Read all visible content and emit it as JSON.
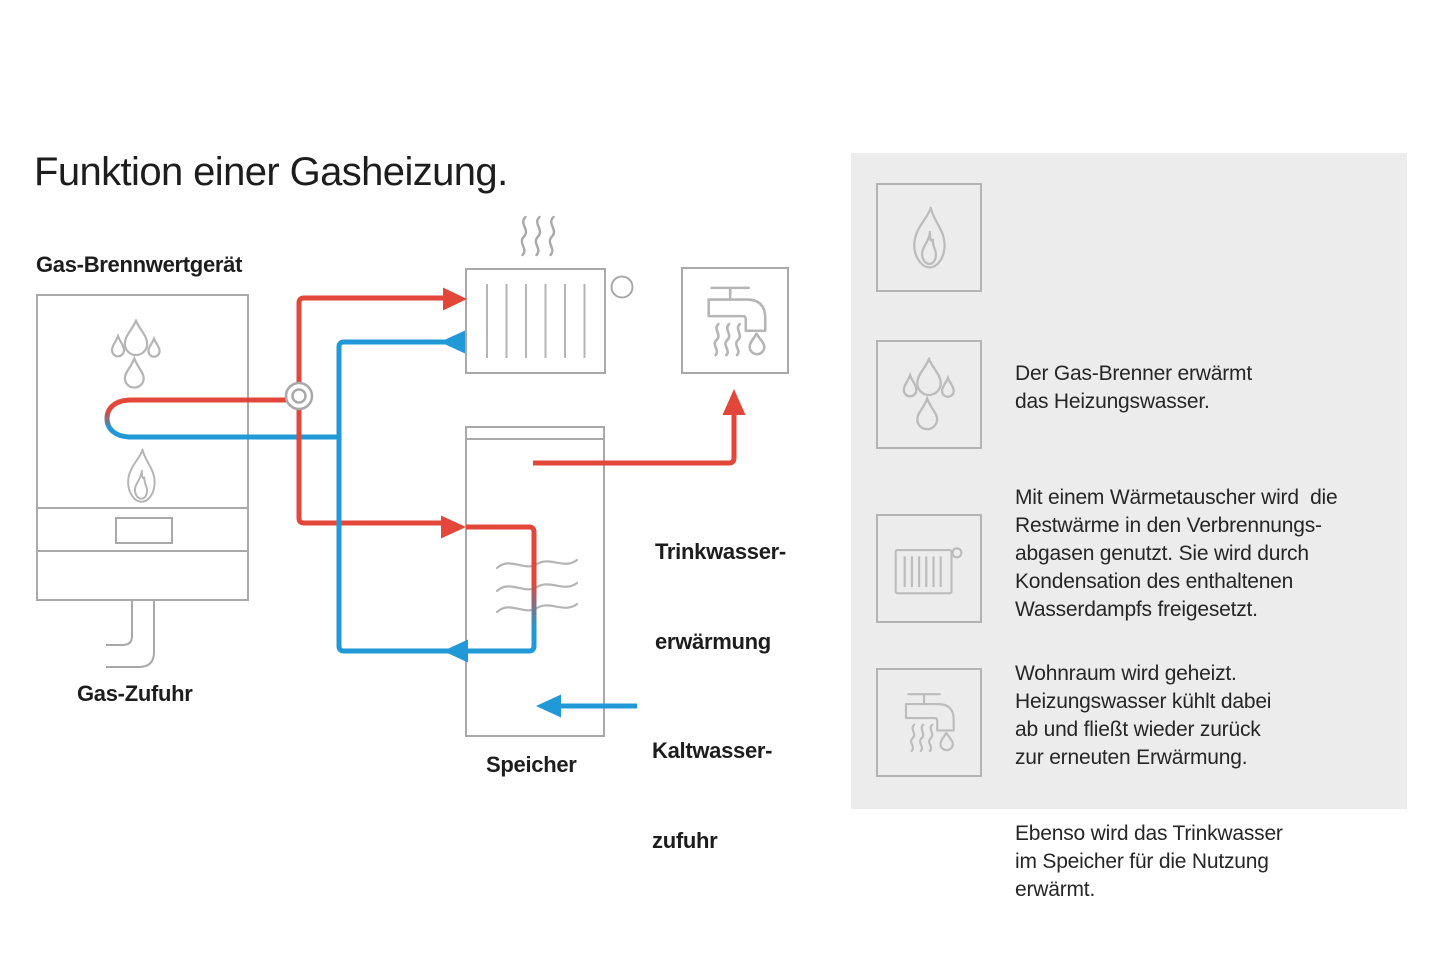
{
  "title": "Funktion einer Gasheizung.",
  "colors": {
    "pipe_red": "#e2473a",
    "pipe_blue": "#2199d6",
    "outline_gray": "#a9a9a9",
    "panel_background": "#ececec",
    "panel_icon_gray": "#bcbcbc",
    "text": "#1d1d1d"
  },
  "diagram": {
    "boiler_label": "Gas-Brennwertgerät",
    "gas_supply_label": "Gas-Zufuhr",
    "storage_label": "Speicher",
    "dhw_label": {
      "line1": "Trinkwasser-",
      "line2": "erwärmung"
    },
    "cold_water_label": {
      "line1": "Kaltwasser-",
      "line2": "zufuhr"
    }
  },
  "legend": {
    "items": [
      {
        "icon": "flame-icon",
        "lines": {
          "l1": "Der Gas-Brenner erwärmt",
          "l2": "das Heizungswasser."
        }
      },
      {
        "icon": "water-drops-icon",
        "lines": {
          "l1": "Mit einem Wärmetauscher wird  die",
          "l2": "Restwärme in den Verbrennungs-",
          "l3": "abgasen genutzt. Sie wird durch",
          "l4": "Kondensation des enthaltenen",
          "l5": "Wasserdampfs freigesetzt."
        }
      },
      {
        "icon": "radiator-icon",
        "lines": {
          "l1": "Wohnraum wird geheizt.",
          "l2": "Heizungswasser kühlt dabei",
          "l3": "ab und fließt wieder zurück",
          "l4": "zur erneuten Erwärmung."
        }
      },
      {
        "icon": "tap-icon",
        "lines": {
          "l1": "Ebenso wird das Trinkwasser",
          "l2": "im Speicher für die Nutzung",
          "l3": "erwärmt."
        }
      }
    ]
  }
}
